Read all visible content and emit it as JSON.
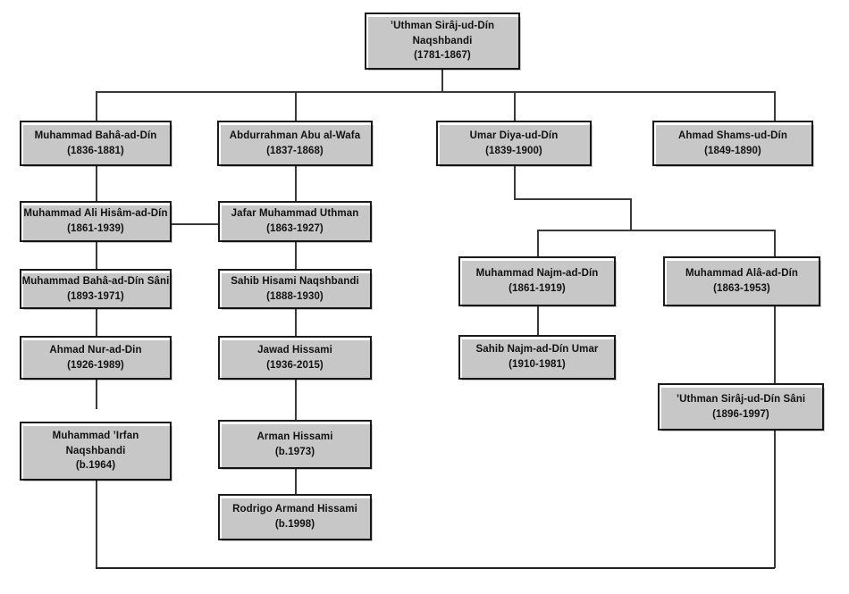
{
  "diagram": {
    "title": "Naqshbandi family tree",
    "type": "genealogy-tree",
    "line_color": "#3a3a3a",
    "box_border_color": "#1b1b1b",
    "background": "#ffffff"
  },
  "nodes": {
    "root": {
      "name": "’Uthman Sirâj-ud-Dín",
      "name2": "Naqshbandi",
      "years": "(1781-1867)"
    },
    "baha_ad_din": {
      "name": "Muhammad Bahâ-ad-Dín",
      "years": "(1836-1881)"
    },
    "abdurrahman": {
      "name": "Abdurrahman Abu al-Wafa",
      "years": "(1837-1868)"
    },
    "umar_diya": {
      "name": "Umar Diya-ud-Dín",
      "years": "(1839-1900)"
    },
    "ahmad_shams": {
      "name": "Ahmad Shams-ud-Dín",
      "years": "(1849-1890)"
    },
    "ali_hisam": {
      "name": "Muhammad Ali Hisâm-ad-Dín",
      "years": "(1861-1939)"
    },
    "jafar_uthman": {
      "name": "Jafar Muhammad Uthman",
      "years": "(1863-1927)"
    },
    "baha_sani": {
      "name": "Muhammad Bahâ-ad-Dín Sâni",
      "years": "(1893-1971)"
    },
    "sahib_hisami": {
      "name": "Sahib Hisami Naqshbandi",
      "years": "(1888-1930)"
    },
    "ahmad_nur": {
      "name": "Ahmad Nur-ad-Din",
      "years": "(1926-1989)"
    },
    "jawad_hissami": {
      "name": "Jawad Hissami",
      "years": "(1936-2015)"
    },
    "irfan": {
      "name": "Muhammad ’Irfan",
      "name2": "Naqshbandi",
      "years": "(b.1964)"
    },
    "arman_hissami": {
      "name": "Arman Hissami",
      "years": "(b.1973)"
    },
    "rodrigo": {
      "name": "Rodrigo Armand Hissami",
      "years": "(b.1998)"
    },
    "najm_ad_din": {
      "name": "Muhammad Najm-ad-Dín",
      "years": "(1861-1919)"
    },
    "ala_ad_din": {
      "name": "Muhammad Alâ-ad-Dín",
      "years": "(1863-1953)"
    },
    "sahib_najm": {
      "name": "Sahib Najm-ad-Dín Umar",
      "years": "(1910-1981)"
    },
    "uthman_sani": {
      "name": "’Uthman Sirâj-ud-Dín Sâni",
      "years": "(1896-1997)"
    }
  }
}
